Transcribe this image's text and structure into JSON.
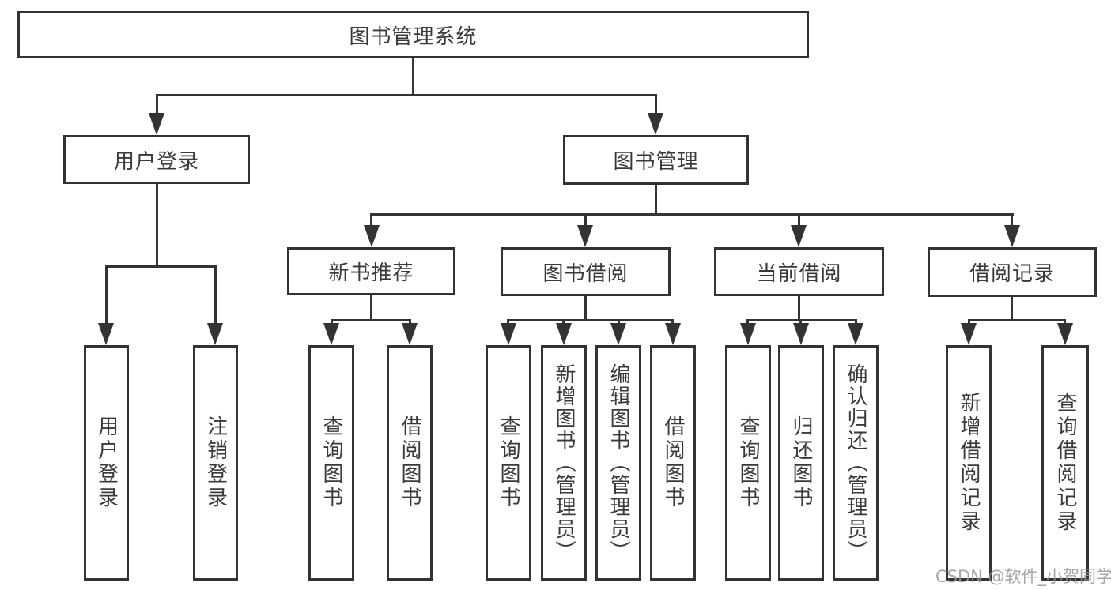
{
  "title": "图书管理系统",
  "colors": {
    "line": "#333333",
    "text": "#3a3a3a",
    "background": "#ffffff",
    "watermark": "#969696"
  },
  "root": {
    "label": "图书管理系统"
  },
  "level1": {
    "user_login": "用户登录",
    "book_management": "图书管理"
  },
  "level2": {
    "new_book_recommend": "新书推荐",
    "book_borrow": "图书借阅",
    "current_borrow": "当前借阅",
    "borrow_record": "借阅记录"
  },
  "leaves": {
    "user_login_children": {
      "login": "用户登录",
      "logout": "注销登录"
    },
    "new_book_recommend_children": {
      "query_books": "查询图书",
      "borrow_books": "借阅图书"
    },
    "book_borrow_children": {
      "query_books": "查询图书",
      "add_books": "新增图书（管理员）",
      "edit_books": "编辑图书（管理员）",
      "borrow_books": "借阅图书"
    },
    "current_borrow_children": {
      "query_books": "查询图书",
      "return_books": "归还图书",
      "confirm_return": "确认归还（管理员）"
    },
    "borrow_record_children": {
      "add_record": "新增借阅记录",
      "query_record": "查询借阅记录"
    }
  },
  "tree": {
    "图书管理系统": {
      "用户登录": [
        "用户登录",
        "注销登录"
      ],
      "图书管理": {
        "新书推荐": [
          "查询图书",
          "借阅图书"
        ],
        "图书借阅": [
          "查询图书",
          "新增图书（管理员）",
          "编辑图书（管理员）",
          "借阅图书"
        ],
        "当前借阅": [
          "查询图书",
          "归还图书",
          "确认归还（管理员）"
        ],
        "借阅记录": [
          "新增借阅记录",
          "查询借阅记录"
        ]
      }
    }
  },
  "watermark": "CSDN @软件_小贺同学"
}
